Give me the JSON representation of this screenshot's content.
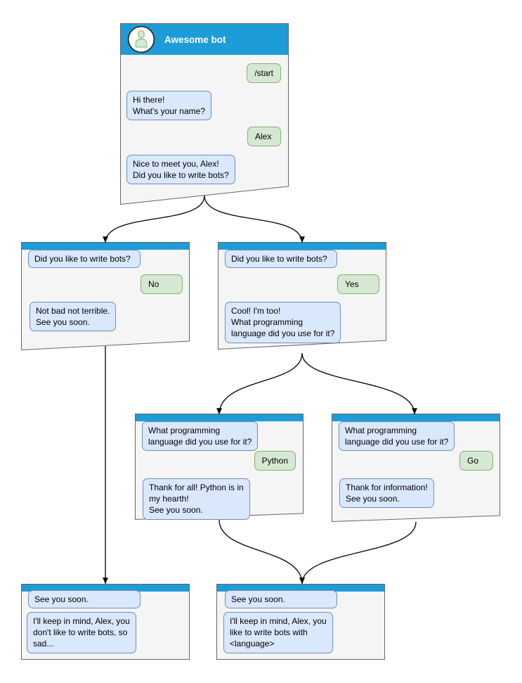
{
  "colors": {
    "header_blue": "#1e9cd7",
    "window_fill": "#f5f5f5",
    "window_border": "#666666",
    "bubble_bot_fill": "#dae8fc",
    "bubble_bot_border": "#6c8ebf",
    "bubble_user_fill": "#d5e8d4",
    "bubble_user_border": "#82b366",
    "arrow": "#000000"
  },
  "windows": {
    "root": {
      "title": "Awesome bot",
      "messages": [
        {
          "from": "user",
          "text": "/start"
        },
        {
          "from": "bot",
          "text": "Hi there!\nWhat's your name?"
        },
        {
          "from": "user",
          "text": "Alex"
        },
        {
          "from": "bot",
          "text": "Nice to meet you, Alex!\nDid you like to write bots?"
        }
      ]
    },
    "branch_no": {
      "messages": [
        {
          "from": "bot",
          "text": "Did you like to write bots?"
        },
        {
          "from": "user",
          "text": "No"
        },
        {
          "from": "bot",
          "text": "Not bad not terrible.\nSee you soon."
        }
      ]
    },
    "branch_yes": {
      "messages": [
        {
          "from": "bot",
          "text": "Did you like to write bots?"
        },
        {
          "from": "user",
          "text": "Yes"
        },
        {
          "from": "bot",
          "text": "Cool! I'm too!\nWhat programming\nlanguage did you use for it?"
        }
      ]
    },
    "branch_python": {
      "messages": [
        {
          "from": "bot",
          "text": "What programming\nlanguage did you use for it?"
        },
        {
          "from": "user",
          "text": "Python"
        },
        {
          "from": "bot",
          "text": "Thank for all! Python is in\nmy hearth!\nSee you soon."
        }
      ]
    },
    "branch_go": {
      "messages": [
        {
          "from": "bot",
          "text": "What programming\nlanguage did you use for it?"
        },
        {
          "from": "user",
          "text": "Go"
        },
        {
          "from": "bot",
          "text": "Thank for information!\nSee you soon."
        }
      ]
    },
    "end_no": {
      "messages": [
        {
          "from": "bot",
          "text": "See you soon."
        },
        {
          "from": "bot",
          "text": "I'll keep in mind, Alex, you\ndon't like to write bots, so\nsad..."
        }
      ]
    },
    "end_yes": {
      "messages": [
        {
          "from": "bot",
          "text": "See you soon."
        },
        {
          "from": "bot",
          "text": "I'll keep in mind, Alex, you\nlike to write bots with\n<language>"
        }
      ]
    }
  }
}
